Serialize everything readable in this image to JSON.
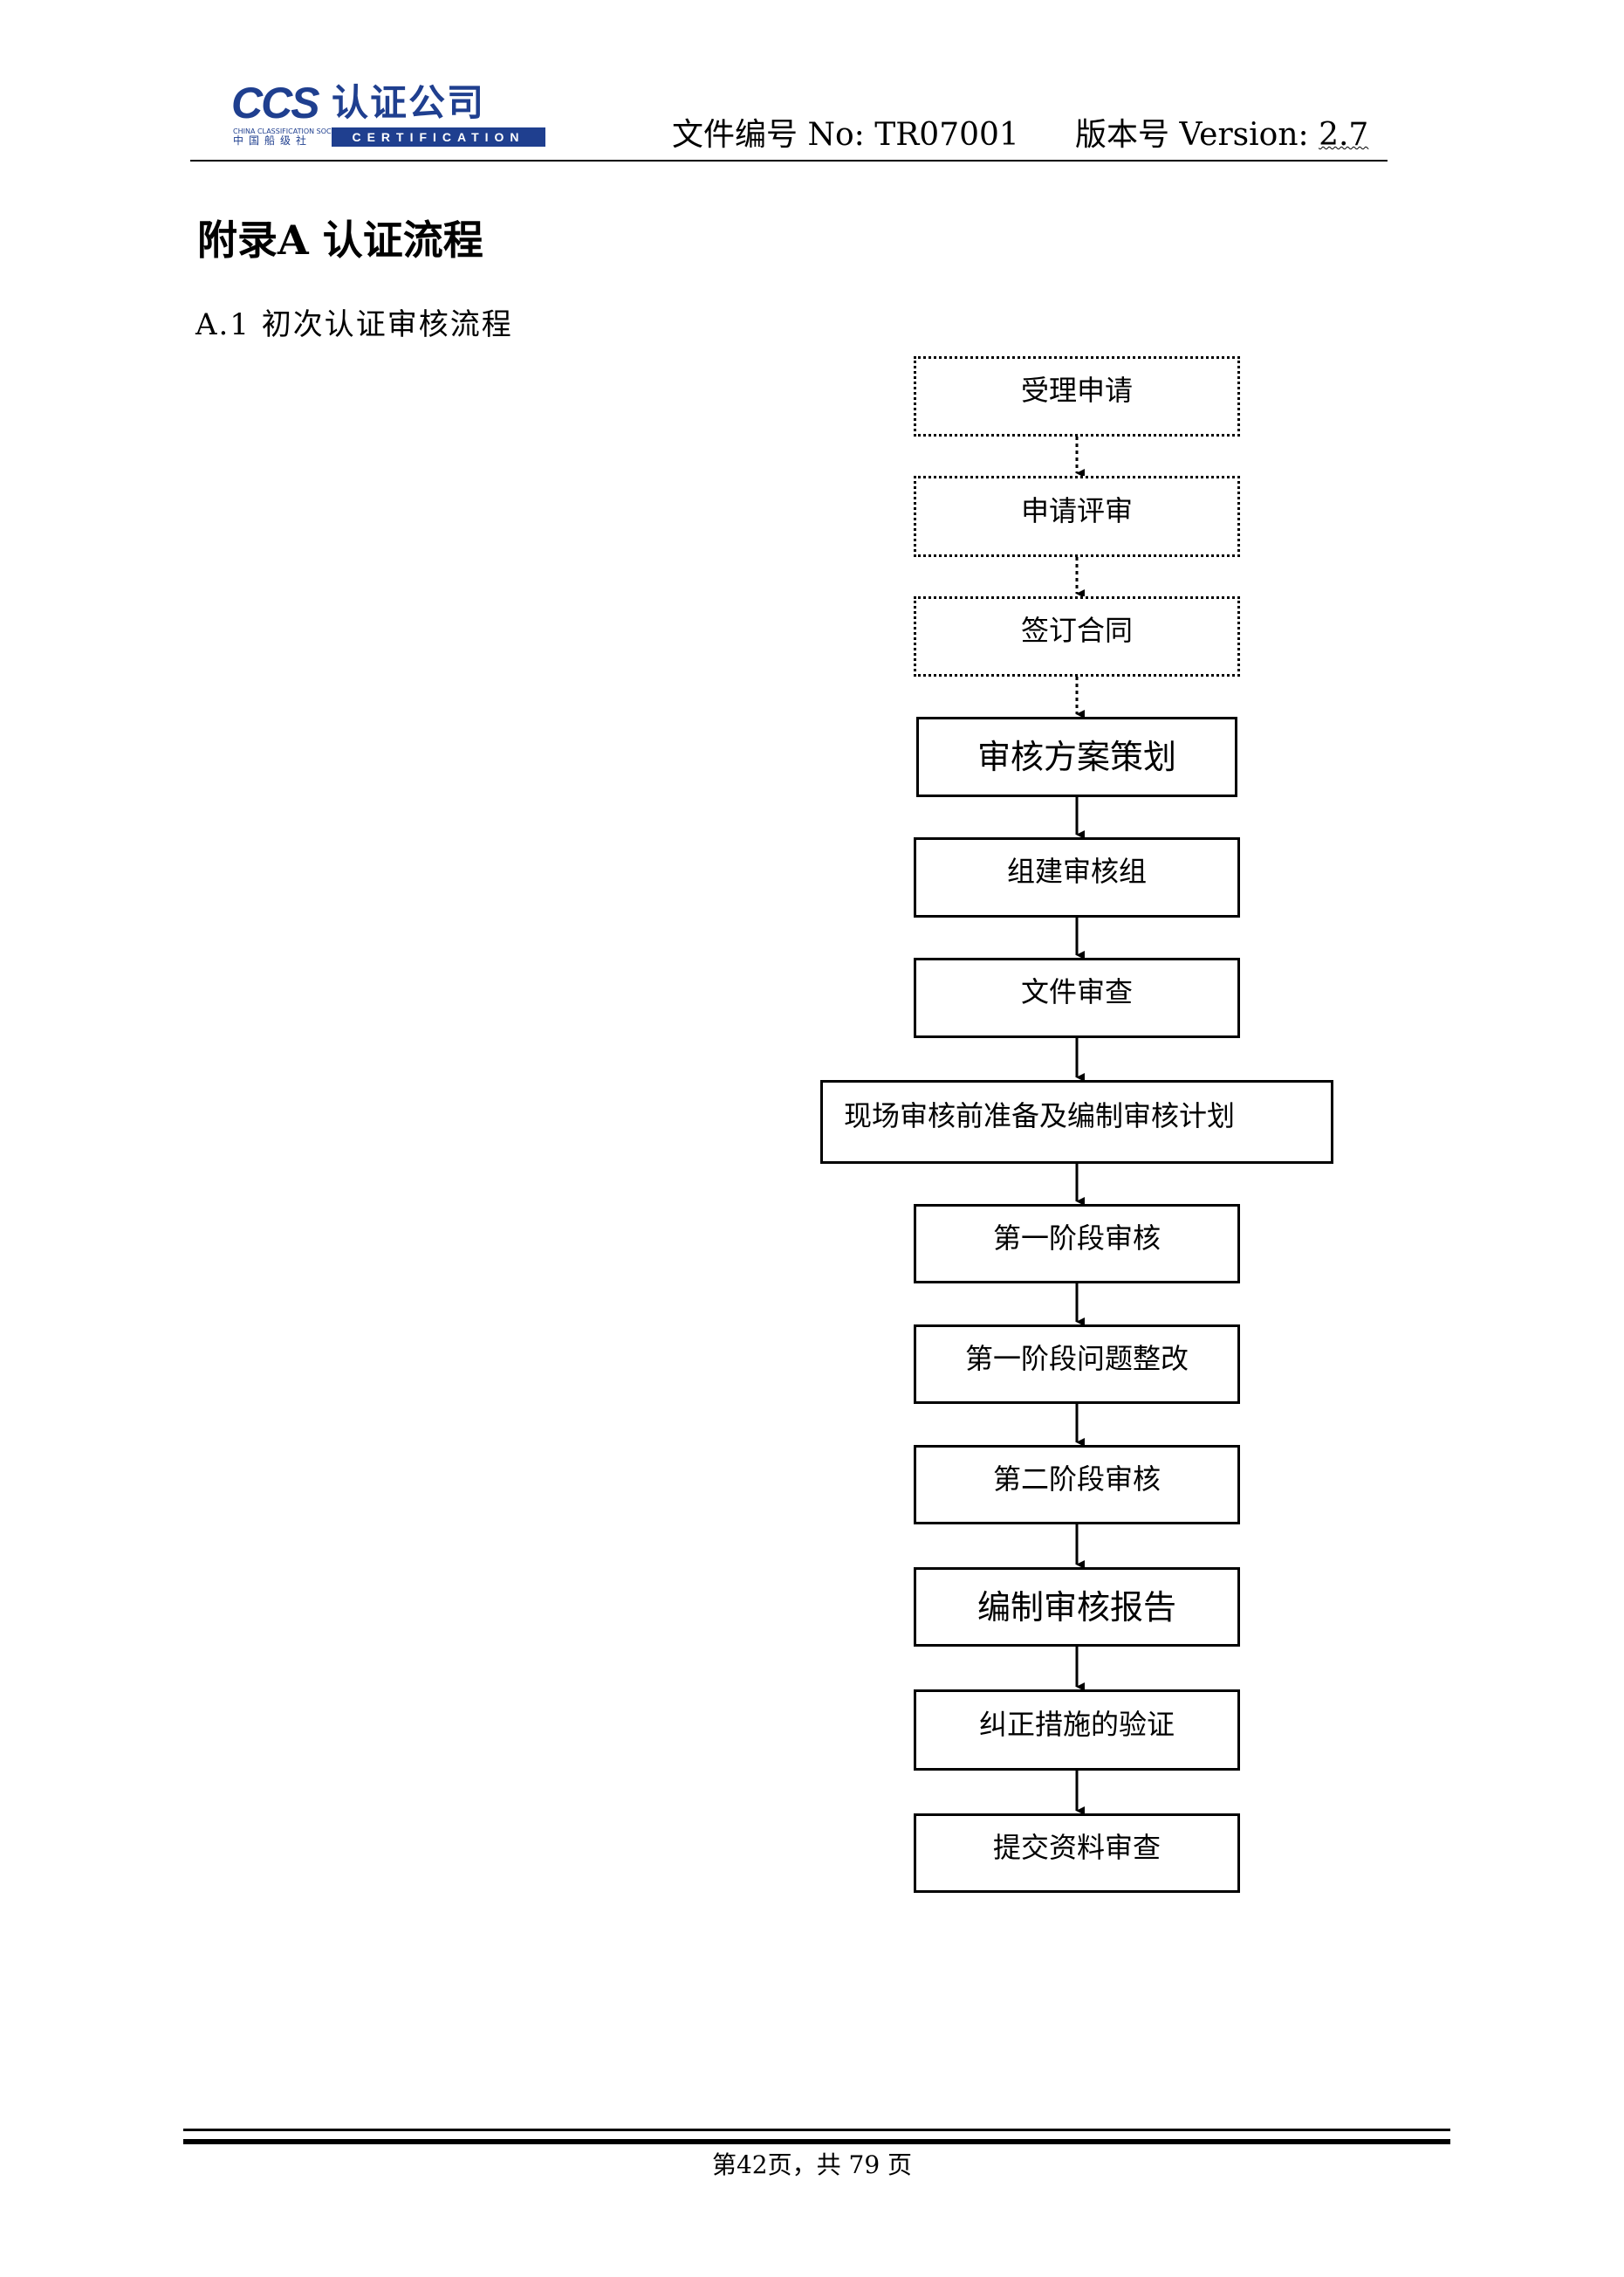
{
  "header": {
    "logo_text": "CCS",
    "logo_cn": "认证公司",
    "logo_sub_en": "CHINA CLASSIFICATION SOCIETY",
    "logo_sub_cn": "中国船级社",
    "logo_bar": "CERTIFICATION",
    "doc_no": "文件编号 No: TR07001",
    "version_label": "版本号 Version: ",
    "version_value": "2.7"
  },
  "appendix_title": "附录A 认证流程",
  "section_title": "A.1 初次认证审核流程",
  "flow": {
    "steps": [
      "受理申请",
      "申请评审",
      "签订合同",
      "审核方案策划",
      "组建审核组",
      "文件审查",
      "现场审核前准备及编制审核计划",
      "第一阶段审核",
      "第一阶段问题整改",
      "第二阶段审核",
      "编制审核报告",
      "纠正措施的验证",
      "提交资料审查"
    ]
  },
  "footer": {
    "page_number": "第42页，共 79 页"
  }
}
